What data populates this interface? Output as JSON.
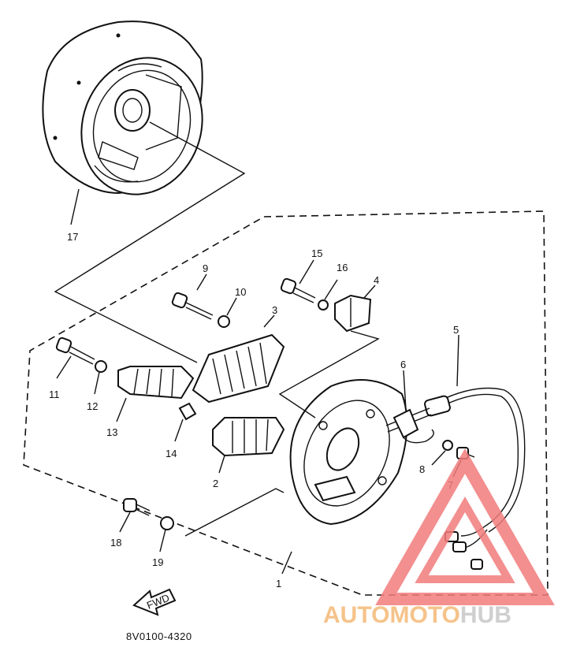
{
  "diagram": {
    "part_labels": [
      "1",
      "2",
      "3",
      "4",
      "5",
      "6",
      "7",
      "8",
      "9",
      "10",
      "11",
      "12",
      "13",
      "14",
      "15",
      "16",
      "17",
      "18",
      "19"
    ],
    "fwd_label": "FWD",
    "drawing_code": "8V0100-4320"
  },
  "watermark": {
    "text_auto": "AUTO",
    "text_moto": "MOTO",
    "text_hub": "HUB",
    "colors": {
      "auto": "#f5c38a",
      "moto": "#f5c38a",
      "hub": "#cfcfcf",
      "triangle": "#f27c7c"
    }
  }
}
